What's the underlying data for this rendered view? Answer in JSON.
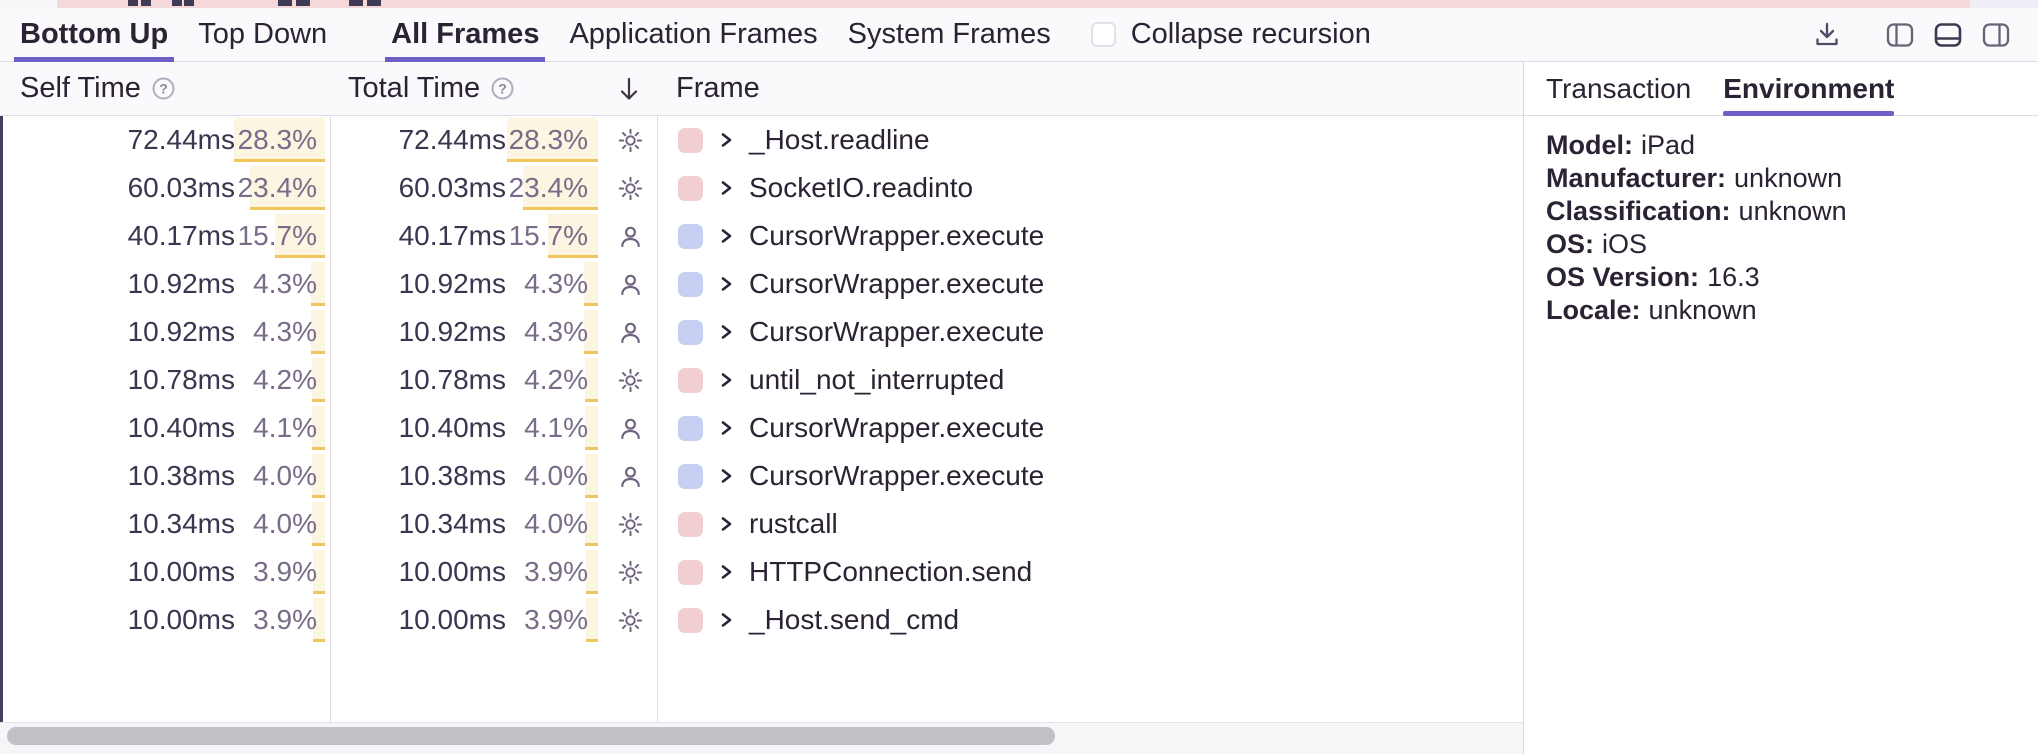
{
  "colors": {
    "accent": "#6c5fc7",
    "gold": "#f0c65c",
    "cream": "#fcf5e2",
    "chip-system": "#f0ced2",
    "chip-app": "#c7d0f3",
    "strip": "#f4d8da"
  },
  "toolbar": {
    "view_tabs": [
      {
        "label": "Bottom Up",
        "active": true
      },
      {
        "label": "Top Down",
        "active": false
      }
    ],
    "frame_tabs": [
      {
        "label": "All Frames",
        "active": true
      },
      {
        "label": "Application Frames",
        "active": false
      },
      {
        "label": "System Frames",
        "active": false
      }
    ],
    "collapse_recursion": {
      "label": "Collapse recursion",
      "checked": false
    },
    "icons": [
      "download-icon",
      "panel-left-icon",
      "panel-bottom-icon",
      "panel-right-icon"
    ]
  },
  "table": {
    "header": {
      "self_time": "Self Time",
      "total_time": "Total Time",
      "frame": "Frame",
      "sort_icon": "arrow-down",
      "help_icon": "question-circle"
    },
    "rows": [
      {
        "self_ms": "72.44ms",
        "self_pct": "28.3%",
        "total_ms": "72.44ms",
        "total_pct": "28.3%",
        "pct_value": 28.3,
        "icon": "system",
        "frame": "_Host.readline"
      },
      {
        "self_ms": "60.03ms",
        "self_pct": "23.4%",
        "total_ms": "60.03ms",
        "total_pct": "23.4%",
        "pct_value": 23.4,
        "icon": "system",
        "frame": "SocketIO.readinto"
      },
      {
        "self_ms": "40.17ms",
        "self_pct": "15.7%",
        "total_ms": "40.17ms",
        "total_pct": "15.7%",
        "pct_value": 15.7,
        "icon": "application",
        "frame": "CursorWrapper.execute"
      },
      {
        "self_ms": "10.92ms",
        "self_pct": "4.3%",
        "total_ms": "10.92ms",
        "total_pct": "4.3%",
        "pct_value": 4.3,
        "icon": "application",
        "frame": "CursorWrapper.execute"
      },
      {
        "self_ms": "10.92ms",
        "self_pct": "4.3%",
        "total_ms": "10.92ms",
        "total_pct": "4.3%",
        "pct_value": 4.3,
        "icon": "application",
        "frame": "CursorWrapper.execute"
      },
      {
        "self_ms": "10.78ms",
        "self_pct": "4.2%",
        "total_ms": "10.78ms",
        "total_pct": "4.2%",
        "pct_value": 4.2,
        "icon": "system",
        "frame": "until_not_interrupted"
      },
      {
        "self_ms": "10.40ms",
        "self_pct": "4.1%",
        "total_ms": "10.40ms",
        "total_pct": "4.1%",
        "pct_value": 4.1,
        "icon": "application",
        "frame": "CursorWrapper.execute"
      },
      {
        "self_ms": "10.38ms",
        "self_pct": "4.0%",
        "total_ms": "10.38ms",
        "total_pct": "4.0%",
        "pct_value": 4.0,
        "icon": "application",
        "frame": "CursorWrapper.execute"
      },
      {
        "self_ms": "10.34ms",
        "self_pct": "4.0%",
        "total_ms": "10.34ms",
        "total_pct": "4.0%",
        "pct_value": 4.0,
        "icon": "system",
        "frame": "rustcall"
      },
      {
        "self_ms": "10.00ms",
        "self_pct": "3.9%",
        "total_ms": "10.00ms",
        "total_pct": "3.9%",
        "pct_value": 3.9,
        "icon": "system",
        "frame": "HTTPConnection.send"
      },
      {
        "self_ms": "10.00ms",
        "self_pct": "3.9%",
        "total_ms": "10.00ms",
        "total_pct": "3.9%",
        "pct_value": 3.9,
        "icon": "system",
        "frame": "_Host.send_cmd"
      }
    ]
  },
  "side_panel": {
    "tabs": [
      {
        "label": "Transaction",
        "active": false
      },
      {
        "label": "Environment",
        "active": true
      }
    ],
    "environment_fields": [
      {
        "label": "Model:",
        "value": "iPad"
      },
      {
        "label": "Manufacturer:",
        "value": "unknown"
      },
      {
        "label": "Classification:",
        "value": "unknown"
      },
      {
        "label": "OS:",
        "value": "iOS"
      },
      {
        "label": "OS Version:",
        "value": "16.3"
      },
      {
        "label": "Locale:",
        "value": "unknown"
      }
    ]
  }
}
